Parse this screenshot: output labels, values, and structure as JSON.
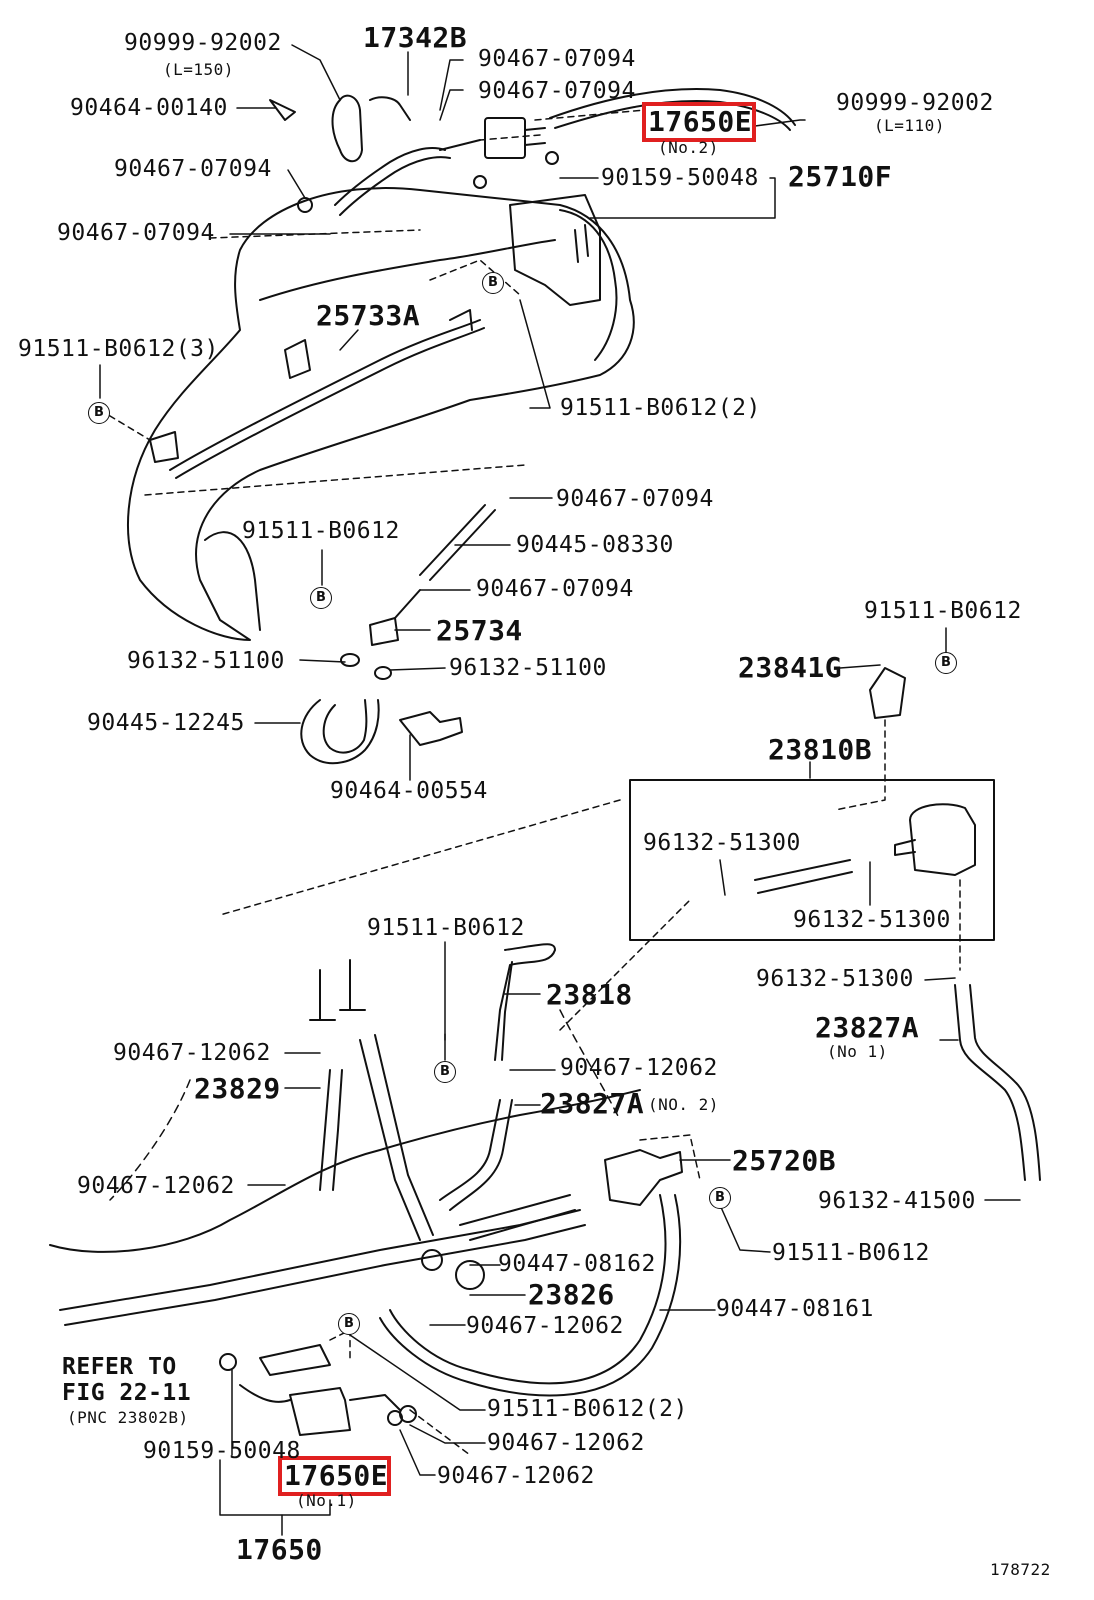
{
  "labels": {
    "p90999_92002_a": "90999-92002",
    "l150": "(L=150)",
    "p17342B": "17342B",
    "p90467_07094_1": "90467-07094",
    "p90467_07094_2": "90467-07094",
    "p90464_00140": "90464-00140",
    "p17650E_top": "17650E",
    "no2_top": "(No.2)",
    "p90999_92002_b": "90999-92002",
    "l110": "(L=110)",
    "p90467_07094_3": "90467-07094",
    "p90159_50048_top": "90159-50048",
    "p25710F": "25710F",
    "p90467_07094_4": "90467-07094",
    "p25733A": "25733A",
    "p91511_b0612_3": "91511-B0612(3)",
    "p91511_b0612_2_top": "91511-B0612(2)",
    "p90467_07094_5": "90467-07094",
    "p91511_b0612_mid": "91511-B0612",
    "p90445_08330": "90445-08330",
    "p90467_07094_6": "90467-07094",
    "p25734": "25734",
    "p96132_51100_a": "96132-51100",
    "p96132_51100_b": "96132-51100",
    "p90445_12245": "90445-12245",
    "p90464_00554": "90464-00554",
    "p91511_b0612_right": "91511-B0612",
    "p23841G": "23841G",
    "p23810B": "23810B",
    "p96132_51300_a": "96132-51300",
    "p96132_51300_b": "96132-51300",
    "p91511_b0612_c": "91511-B0612",
    "p23818": "23818",
    "p96132_51300_c": "96132-51300",
    "p23827A": "23827A",
    "no1_right": "(No 1)",
    "p90467_12062_a": "90467-12062",
    "p90467_12062_b": "90467-12062",
    "p23829": "23829",
    "p23827A_no2": "23827A",
    "no2_mid": "(NO. 2)",
    "p25720B": "25720B",
    "p90467_12062_c": "90467-12062",
    "p96132_41500": "96132-41500",
    "p90447_08162": "90447-08162",
    "p91511_b0612_d": "91511-B0612",
    "p23826": "23826",
    "p90447_08161": "90447-08161",
    "p90467_12062_d": "90467-12062",
    "refer1": "REFER TO",
    "refer2": "FIG 22-11",
    "refer3": "(PNC 23802B)",
    "p91511_b0612_2_bot": "91511-B0612(2)",
    "p90467_12062_e": "90467-12062",
    "p90159_50048_bot": "90159-50048",
    "p17650E_bot": "17650E",
    "no1_bot": "(No.1)",
    "p90467_12062_f": "90467-12062",
    "p17650": "17650",
    "fig_id": "178722"
  },
  "bolt_marker": "B",
  "highlight_color": "#e02020"
}
